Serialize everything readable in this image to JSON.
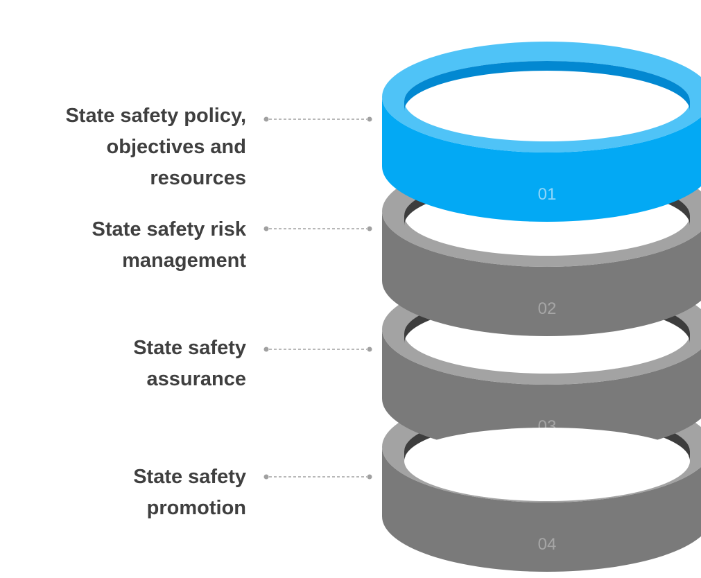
{
  "layers": [
    {
      "id": "1",
      "number": "01",
      "label": "State safety policy, objectives and resources",
      "label_lines": [
        "State safety policy,",
        "objectives and",
        "resources"
      ],
      "highlighted": true
    },
    {
      "id": "2",
      "number": "02",
      "label": "State safety risk management",
      "label_lines": [
        "State safety risk",
        "management"
      ],
      "highlighted": false
    },
    {
      "id": "3",
      "number": "03",
      "label": "State safety assurance",
      "label_lines": [
        "State safety",
        "assurance"
      ],
      "highlighted": false
    },
    {
      "id": "4",
      "number": "04",
      "label": "State safety promotion",
      "label_lines": [
        "State safety",
        "promotion"
      ],
      "highlighted": false
    }
  ],
  "colors": {
    "highlight_side": "#03a9f4",
    "highlight_top": "#4fc3f7",
    "highlight_hole": "#0288d1",
    "ring_side": "#7a7a7a",
    "ring_top": "#a3a3a3",
    "ring_hole_back": "#3d3d3d",
    "ring_number_gray": "#a6a6a6",
    "ring_number_blue": "#8fd6f9",
    "label_text": "#3f3f3f",
    "connector": "#a0a0a0"
  }
}
